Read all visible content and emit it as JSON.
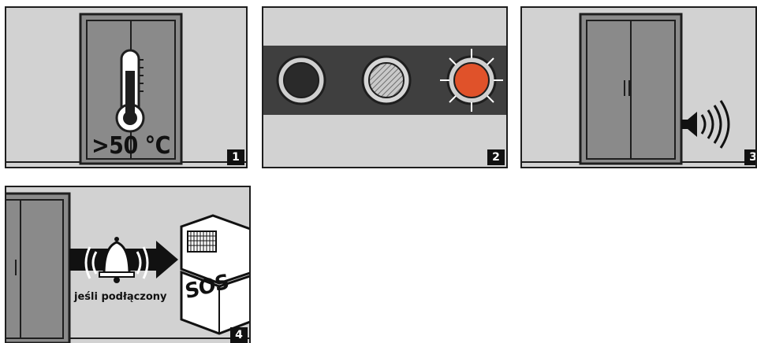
{
  "panels": [
    {
      "number": "1",
      "label": ">50 °C"
    },
    {
      "number": "2"
    },
    {
      "number": "3"
    },
    {
      "number": "4",
      "sos_text": "SOS",
      "connection_text": "jeśli podłączony"
    }
  ],
  "colors": {
    "panel_bg": "#d2d2d2",
    "cabinet": "#8a8a8a",
    "strip": "#3f3f3f",
    "led_red": "#e0522a",
    "outline": "#1e1e1e"
  },
  "icons": [
    "thermometer-icon",
    "led-off-icon",
    "led-standby-icon",
    "led-alarm-icon",
    "speaker-icon",
    "bell-icon",
    "arrow-icon",
    "control-center-icon"
  ]
}
